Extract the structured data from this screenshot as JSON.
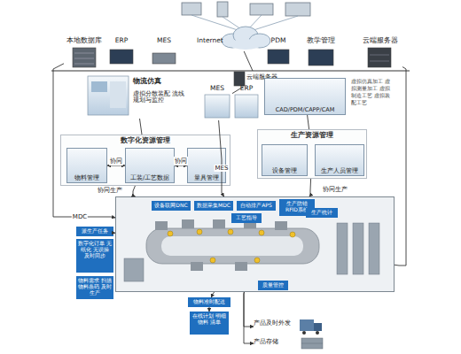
{
  "diagram": {
    "nodes": [
      {
        "text": [
          "本地数据库"
        ]
      },
      {
        "text": [
          "ERP"
        ]
      },
      {
        "text": [
          "MES"
        ]
      },
      {
        "text": [
          "Internet"
        ]
      },
      {
        "text": [
          "PDM"
        ]
      },
      {
        "text": [
          "教学管理"
        ]
      },
      {
        "text": [
          "云端服务器"
        ]
      },
      {
        "text": [
          "云端服务器"
        ]
      },
      {
        "text": [
          "物流仿真",
          "虚拟分散装配 流线规划与监控"
        ]
      },
      {
        "text": [
          "MES"
        ]
      },
      {
        "text": [
          "ERP"
        ]
      },
      {
        "text": [
          "CAD/PDM/CAPP/CAM"
        ]
      },
      {
        "text": [
          "虚拟仿真加工 虚拟测量加工 虚拟制造工艺 虚拟装配工艺"
        ]
      },
      {
        "text": [
          "数字化资源管理"
        ]
      },
      {
        "text": [
          "物料管理"
        ],
        "in": 13
      },
      {
        "text": [
          "工装/工艺数据"
        ],
        "in": 13
      },
      {
        "text": [
          "量具管理"
        ],
        "in": 13
      },
      {
        "text": [
          "生产资源管理"
        ]
      },
      {
        "text": [
          "设备管理"
        ],
        "in": 17
      },
      {
        "text": [
          "生产人员管理"
        ],
        "in": 17
      },
      {
        "text": []
      },
      {
        "text": [
          "设备联网DNC"
        ],
        "in": 20
      },
      {
        "text": [
          "数据采集MDC"
        ],
        "in": 20
      },
      {
        "text": [
          "自动排产APS"
        ],
        "in": 20
      },
      {
        "text": [
          "生产防错 RFID系统"
        ],
        "in": 20
      },
      {
        "text": [
          "工艺指导"
        ],
        "in": 20
      },
      {
        "text": [
          "生产统计"
        ],
        "in": 20
      },
      {
        "text": [
          "质量管控"
        ],
        "in": 20
      },
      {
        "text": [
          "派生产任务"
        ]
      },
      {
        "text": [
          "数字化订单 无纸化 无误操 及时同步"
        ]
      },
      {
        "text": [
          "物料需求 扫描物料条码 及时生产"
        ]
      },
      {
        "text": [
          "物料准时配送"
        ]
      },
      {
        "text": [
          "在线计划 明细物料 清单"
        ]
      },
      {
        "text": [
          "产品及时外发"
        ]
      },
      {
        "text": [
          "产品存储"
        ]
      }
    ],
    "edges": [
      {
        "from": 3,
        "to": 7,
        "arrow": "none"
      },
      {
        "from": 7,
        "to": 9,
        "arrow": "none"
      },
      {
        "from": 8,
        "to": 13,
        "arrow": "none"
      },
      {
        "from": 11,
        "to": 17,
        "arrow": "none"
      },
      {
        "from": 14,
        "to": 15,
        "label": "协同",
        "arrow": "both"
      },
      {
        "from": 15,
        "to": 16,
        "label": "协同",
        "arrow": "both"
      },
      {
        "from": 9,
        "to": 20,
        "label": "MES",
        "arrow": "to"
      },
      {
        "from": 13,
        "to": 20,
        "label": "协同生产",
        "arrow": "to"
      },
      {
        "from": 17,
        "to": 20,
        "label": "协同生产",
        "arrow": "to"
      },
      {
        "from": 0,
        "to": 20,
        "label": "MDC",
        "arrow": "to"
      },
      {
        "from": 6,
        "to": 20,
        "arrow": "none"
      },
      {
        "from": 28,
        "to": 20,
        "arrow": "to"
      },
      {
        "from": 20,
        "to": 31,
        "arrow": "to"
      },
      {
        "from": 31,
        "to": 32,
        "arrow": "to"
      },
      {
        "from": 20,
        "to": 33,
        "arrow": "to"
      },
      {
        "from": 20,
        "to": 34,
        "arrow": "to"
      }
    ]
  }
}
